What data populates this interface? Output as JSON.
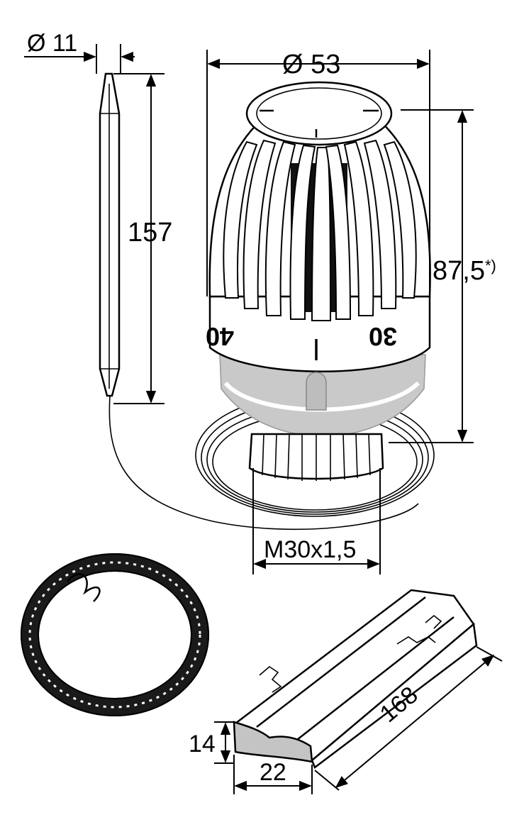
{
  "dimensions": {
    "sensor_diameter": "Ø 11",
    "sensor_length": "157",
    "head_diameter": "Ø 53",
    "head_height": "87,5",
    "head_height_note": "*)",
    "thread": "M30x1,5",
    "clip_height": "14",
    "clip_width": "22",
    "clip_length": "168"
  },
  "dial": {
    "left_scale": "40",
    "right_scale": "30"
  },
  "colors": {
    "line": "#000000",
    "body": "#ffffff",
    "ring": "#c9c9c9",
    "clip_fill": "#c4c4c4",
    "coil": "#1a1a1a"
  }
}
